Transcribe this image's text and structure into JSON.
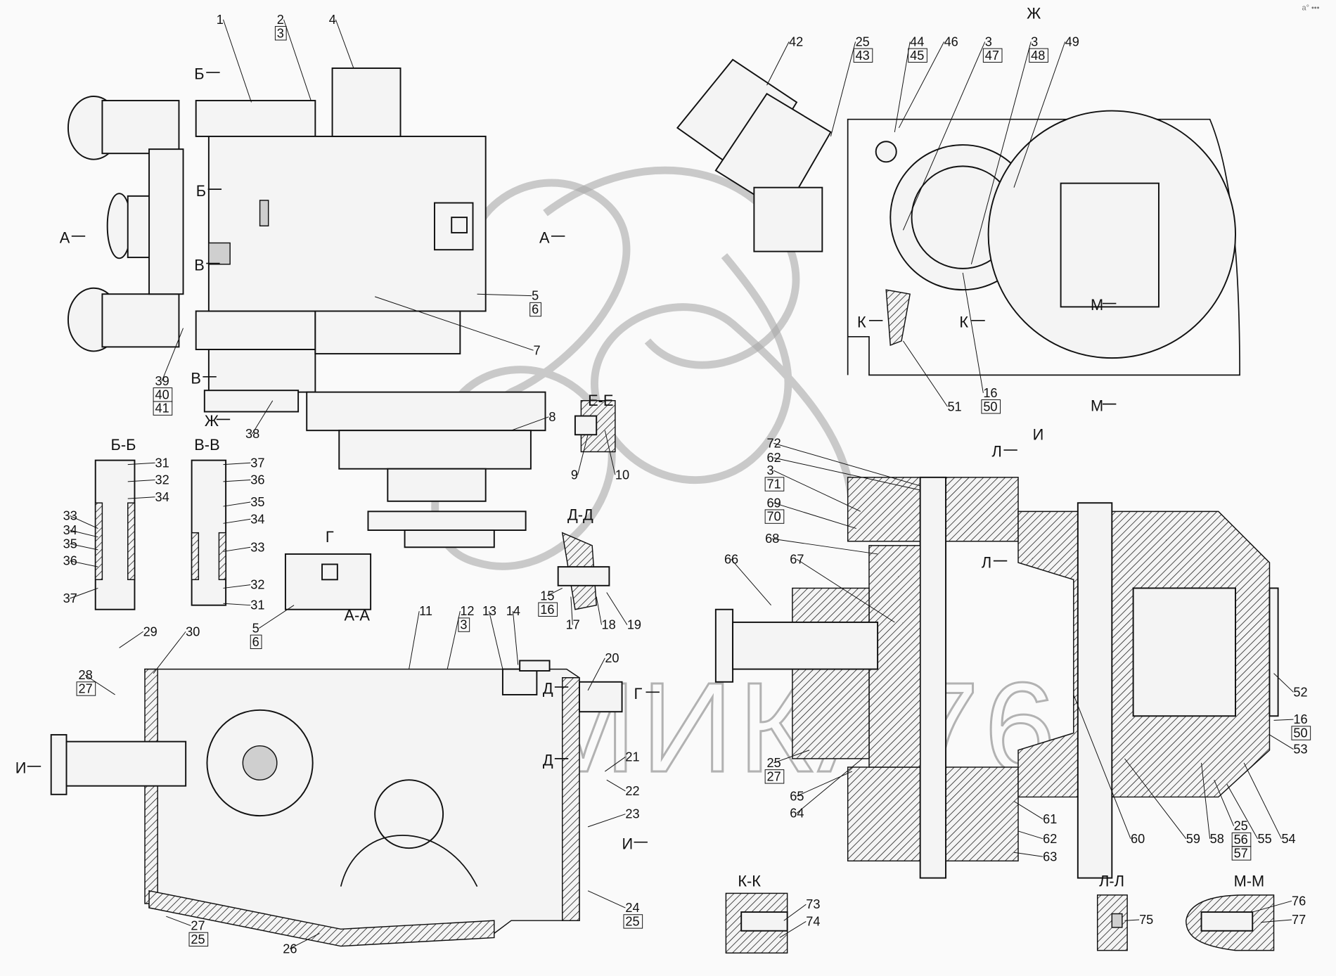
{
  "watermark": "ДИНАМИКА76",
  "corner_mark": "a° •••",
  "section_titles": [
    "Ж",
    "И",
    "Е-Е",
    "Б-Б",
    "В-В",
    "Г",
    "Д-Д",
    "А-А",
    "К-К",
    "Л-Л",
    "М-М"
  ],
  "section_markers": [
    "Б",
    "Б",
    "А",
    "А",
    "В",
    "В",
    "Ж",
    "Г",
    "Д",
    "Д",
    "И",
    "И",
    "К",
    "К",
    "М",
    "М",
    "Л",
    "Л"
  ],
  "callouts": [
    {
      "lines": [
        "1"
      ]
    },
    {
      "lines": [
        "2",
        "3"
      ]
    },
    {
      "lines": [
        "4"
      ]
    },
    {
      "lines": [
        "5",
        "6"
      ]
    },
    {
      "lines": [
        "7"
      ]
    },
    {
      "lines": [
        "39",
        "40",
        "41"
      ]
    },
    {
      "lines": [
        "38"
      ]
    },
    {
      "lines": [
        "8"
      ]
    },
    {
      "lines": [
        "9"
      ]
    },
    {
      "lines": [
        "10"
      ]
    },
    {
      "lines": [
        "31"
      ]
    },
    {
      "lines": [
        "32"
      ]
    },
    {
      "lines": [
        "34"
      ]
    },
    {
      "lines": [
        "33"
      ]
    },
    {
      "lines": [
        "34"
      ]
    },
    {
      "lines": [
        "35"
      ]
    },
    {
      "lines": [
        "36"
      ]
    },
    {
      "lines": [
        "37"
      ]
    },
    {
      "lines": [
        "37"
      ]
    },
    {
      "lines": [
        "36"
      ]
    },
    {
      "lines": [
        "35"
      ]
    },
    {
      "lines": [
        "34"
      ]
    },
    {
      "lines": [
        "33"
      ]
    },
    {
      "lines": [
        "32"
      ]
    },
    {
      "lines": [
        "31"
      ]
    },
    {
      "lines": [
        "5",
        "6"
      ]
    },
    {
      "lines": [
        "15",
        "16"
      ]
    },
    {
      "lines": [
        "17"
      ]
    },
    {
      "lines": [
        "18"
      ]
    },
    {
      "lines": [
        "19"
      ]
    },
    {
      "lines": [
        "11"
      ]
    },
    {
      "lines": [
        "12",
        "3"
      ]
    },
    {
      "lines": [
        "13"
      ]
    },
    {
      "lines": [
        "14"
      ]
    },
    {
      "lines": [
        "29"
      ]
    },
    {
      "lines": [
        "30"
      ]
    },
    {
      "lines": [
        "28",
        "27"
      ]
    },
    {
      "lines": [
        "20"
      ]
    },
    {
      "lines": [
        "21"
      ]
    },
    {
      "lines": [
        "22"
      ]
    },
    {
      "lines": [
        "23"
      ]
    },
    {
      "lines": [
        "24",
        "25"
      ]
    },
    {
      "lines": [
        "26"
      ]
    },
    {
      "lines": [
        "27",
        "25"
      ]
    },
    {
      "lines": [
        "42"
      ]
    },
    {
      "lines": [
        "25",
        "43"
      ]
    },
    {
      "lines": [
        "44",
        "45"
      ]
    },
    {
      "lines": [
        "46"
      ]
    },
    {
      "lines": [
        "3",
        "47"
      ]
    },
    {
      "lines": [
        "3",
        "48"
      ]
    },
    {
      "lines": [
        "49"
      ]
    },
    {
      "lines": [
        "51"
      ]
    },
    {
      "lines": [
        "16",
        "50"
      ]
    },
    {
      "lines": [
        "72"
      ]
    },
    {
      "lines": [
        "62"
      ]
    },
    {
      "lines": [
        "3",
        "71"
      ]
    },
    {
      "lines": [
        "69",
        "70"
      ]
    },
    {
      "lines": [
        "68"
      ]
    },
    {
      "lines": [
        "66"
      ]
    },
    {
      "lines": [
        "67"
      ]
    },
    {
      "lines": [
        "25",
        "27"
      ]
    },
    {
      "lines": [
        "65"
      ]
    },
    {
      "lines": [
        "64"
      ]
    },
    {
      "lines": [
        "61"
      ]
    },
    {
      "lines": [
        "62"
      ]
    },
    {
      "lines": [
        "63"
      ]
    },
    {
      "lines": [
        "60"
      ]
    },
    {
      "lines": [
        "59"
      ]
    },
    {
      "lines": [
        "58"
      ]
    },
    {
      "lines": [
        "25",
        "56",
        "57"
      ]
    },
    {
      "lines": [
        "55"
      ]
    },
    {
      "lines": [
        "54"
      ]
    },
    {
      "lines": [
        "52"
      ]
    },
    {
      "lines": [
        "16",
        "50"
      ]
    },
    {
      "lines": [
        "53"
      ]
    },
    {
      "lines": [
        "73"
      ]
    },
    {
      "lines": [
        "74"
      ]
    },
    {
      "lines": [
        "75"
      ]
    },
    {
      "lines": [
        "76"
      ]
    },
    {
      "lines": [
        "77"
      ]
    }
  ]
}
